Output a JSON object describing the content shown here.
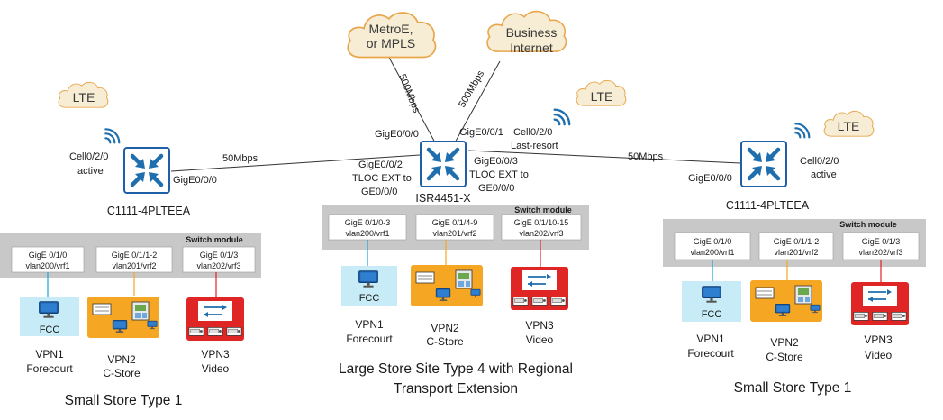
{
  "clouds": {
    "metro": [
      "MetroE,",
      "or MPLS"
    ],
    "internet": [
      "Business",
      "Internet"
    ],
    "lte": "LTE"
  },
  "links": {
    "metro_bw": "500Mbps",
    "internet_bw": "500Mbps",
    "branch_bw": "50Mbps"
  },
  "left_site": {
    "cell_port": [
      "Cell0/2/0",
      "active"
    ],
    "wan_port": "GigE0/0/0",
    "router_name": "C1111-4PLTEEA",
    "switch_label": "Switch module",
    "ports": [
      [
        "GigE 0/1/0",
        "vlan200/vrf1"
      ],
      [
        "GigE 0/1/1-2",
        "vlan201/vrf2"
      ],
      [
        "GigE 0/1/3",
        "vlan202/vrf3"
      ]
    ],
    "fcc": "FCC",
    "vpns": [
      [
        "VPN1",
        "Forecourt"
      ],
      [
        "VPN2",
        "C-Store"
      ],
      [
        "VPN3",
        "Video"
      ]
    ],
    "caption": "Small Store Type 1"
  },
  "center_site": {
    "wan_ports": [
      "GigE0/0/0",
      "GigE0/0/1"
    ],
    "cell_port": [
      "Cell0/2/0",
      "Last-resort"
    ],
    "tloc_left": [
      "GigE0/0/2",
      "TLOC EXT to",
      "GE0/0/0"
    ],
    "tloc_right": [
      "GigE0/0/3",
      "TLOC EXT to",
      "GE0/0/0"
    ],
    "router_name": "ISR4451-X",
    "switch_label": "Switch module",
    "ports": [
      [
        "GigE 0/1/0-3",
        "vlan200/vrf1"
      ],
      [
        "GigE 0/1/4-9",
        "vlan201/vrf2"
      ],
      [
        "GigE 0/1/10-15",
        "vlan202/vrf3"
      ]
    ],
    "fcc": "FCC",
    "vpns": [
      [
        "VPN1",
        "Forecourt"
      ],
      [
        "VPN2",
        "C-Store"
      ],
      [
        "VPN3",
        "Video"
      ]
    ],
    "caption": [
      "Large Store Site Type 4 with Regional",
      "Transport Extension"
    ]
  },
  "right_site": {
    "cell_port": [
      "Cell0/2/0",
      "active"
    ],
    "wan_port": "GigE0/0/0",
    "router_name": "C1111-4PLTEEA",
    "switch_label": "Switch module",
    "ports": [
      [
        "GigE 0/1/0",
        "vlan200/vrf1"
      ],
      [
        "GigE 0/1/1-2",
        "vlan201/vrf2"
      ],
      [
        "GigE 0/1/3",
        "vlan202/vrf3"
      ]
    ],
    "fcc": "FCC",
    "vpns": [
      [
        "VPN1",
        "Forecourt"
      ],
      [
        "VPN2",
        "C-Store"
      ],
      [
        "VPN3",
        "Video"
      ]
    ],
    "caption": "Small Store Type 1"
  },
  "colors": {
    "cloud_fill": "#f7ecd4",
    "cloud_stroke": "#e8a64a",
    "router_stroke": "#1f5fa8",
    "arrow": "#1f6fae",
    "wifi": "#1f6fae",
    "switch_bg": "#c8c8c8",
    "fcc_tile": "#c8ecf7",
    "cstore_tile": "#f5a623",
    "video_tile": "#e02525",
    "line": "#333333"
  }
}
